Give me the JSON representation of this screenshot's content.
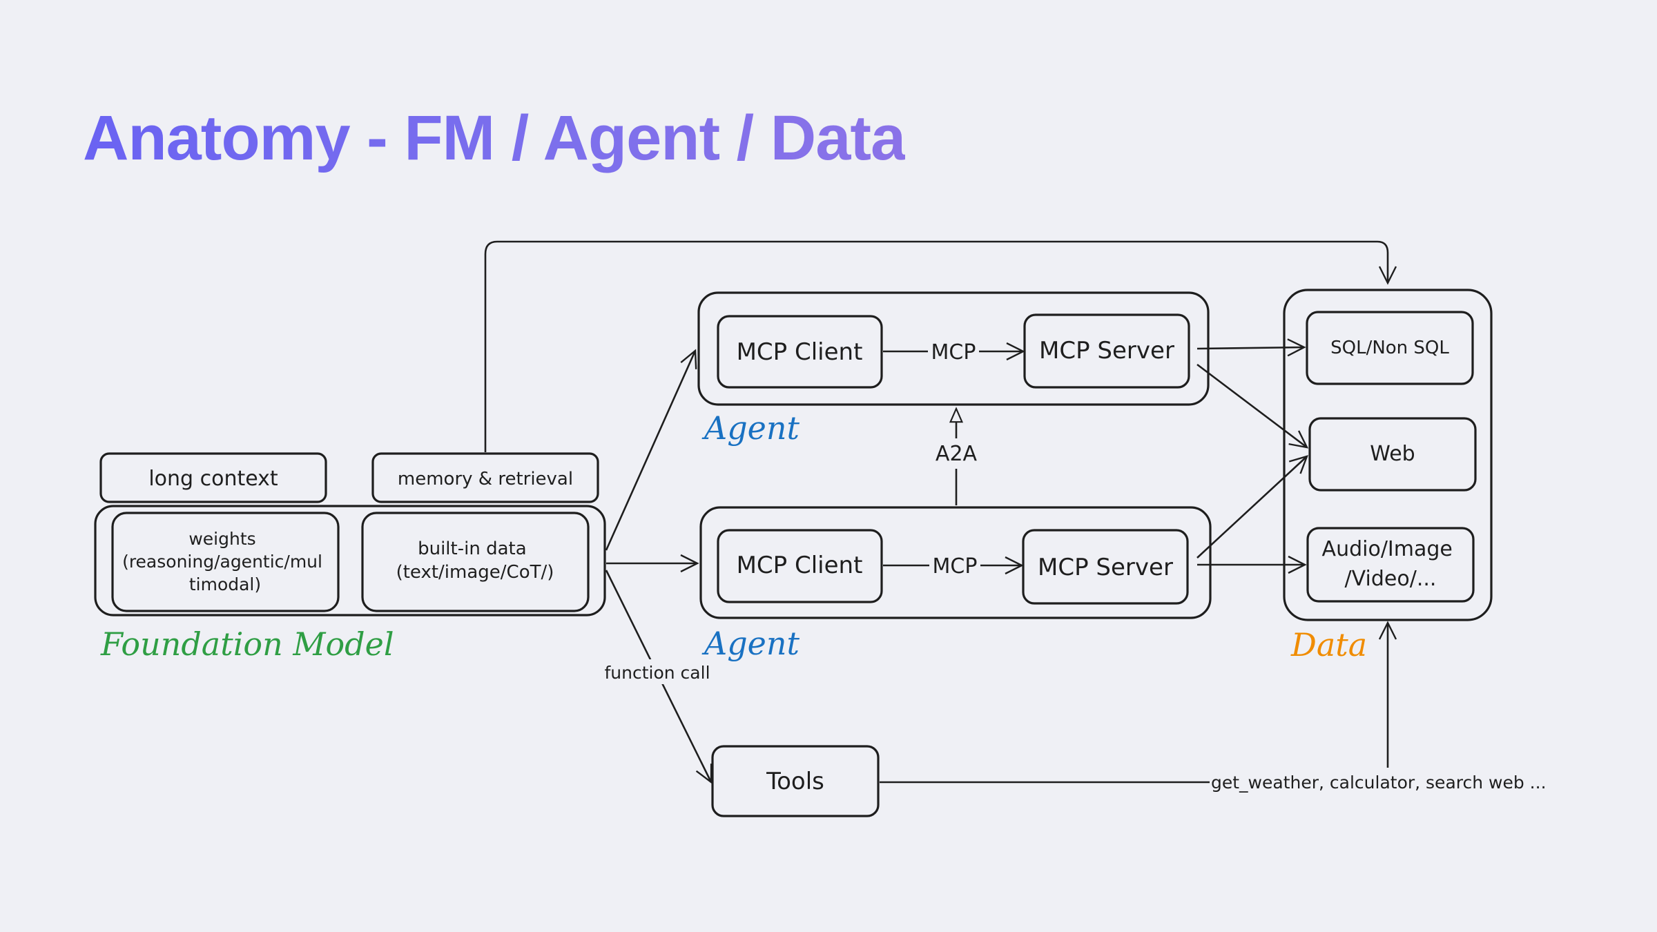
{
  "title": "Anatomy - FM / Agent / Data",
  "colors": {
    "title": "#7266f0",
    "foundation_label": "#2f9e44",
    "agent_label": "#1971c2",
    "data_label": "#f08c00",
    "stroke": "#1e1e1e",
    "background": "#eff0f5"
  },
  "foundation_model": {
    "label": "Foundation Model",
    "long_context": "long context",
    "memory_retrieval": "memory & retrieval",
    "weights": [
      "weights",
      "(reasoning/agentic/mul",
      "timodal)"
    ],
    "builtin_data": [
      "built-in data",
      "(text/image/CoT/)"
    ]
  },
  "agents": [
    {
      "label": "Agent",
      "client": "MCP Client",
      "protocol": "MCP",
      "server": "MCP Server"
    },
    {
      "label": "Agent",
      "client": "MCP Client",
      "protocol": "MCP",
      "server": "MCP Server"
    }
  ],
  "a2a_label": "A2A",
  "data": {
    "label": "Data",
    "sources": [
      "SQL/Non SQL",
      "Web",
      [
        "Audio/Image",
        "/Video/..."
      ]
    ]
  },
  "function_call_label": "function call",
  "tools": {
    "label": "Tools",
    "examples": "get_weather, calculator, search web ..."
  }
}
